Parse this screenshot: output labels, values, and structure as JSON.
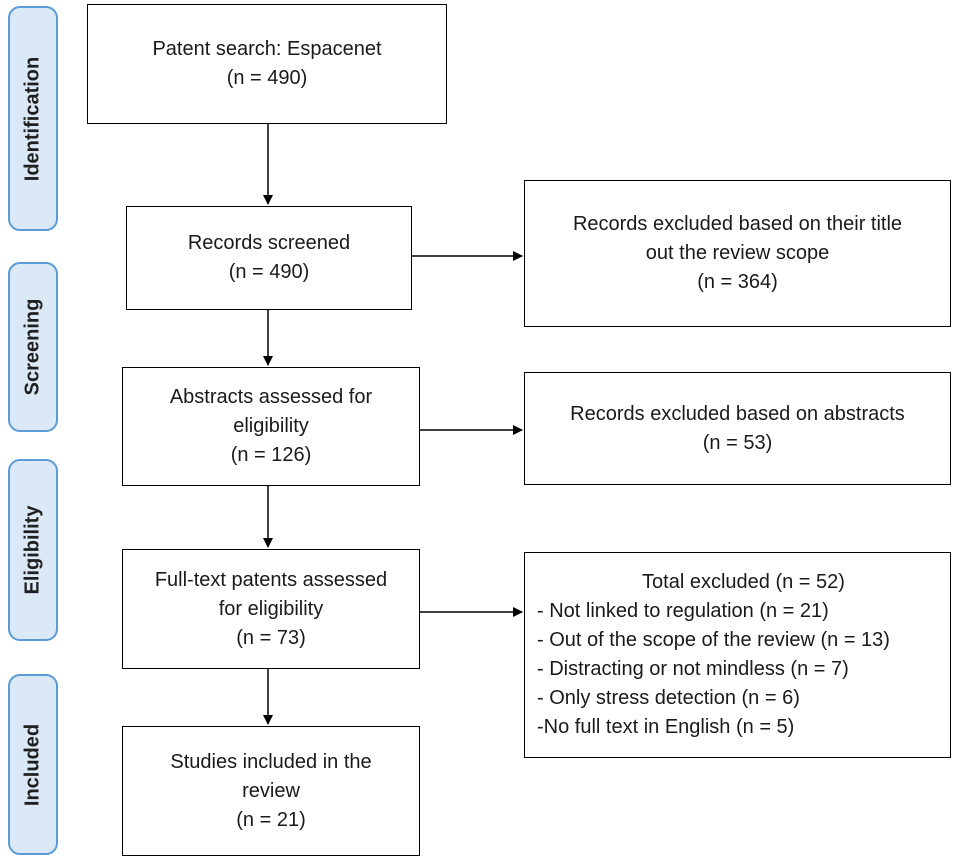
{
  "phases": {
    "identification": "Identification",
    "screening": "Screening",
    "eligibility": "Eligibility",
    "included": "Included"
  },
  "boxes": {
    "patent_search": [
      "Patent search: Espacenet",
      "(n = 490)"
    ],
    "records_screened": [
      "Records screened",
      "(n = 490)"
    ],
    "excluded_title": [
      "Records excluded based on their title",
      "out the review scope",
      "(n = 364)"
    ],
    "abstracts_assessed": [
      "Abstracts assessed for",
      "eligibility",
      "(n = 126)"
    ],
    "excluded_abstracts": [
      "Records excluded based on abstracts",
      "(n = 53)"
    ],
    "fulltext_assessed": [
      "Full-text patents assessed",
      "for eligibility",
      "(n = 73)"
    ],
    "total_excluded": {
      "title": "Total excluded (n = 52)",
      "items": [
        "- Not linked to regulation (n = 21)",
        "- Out of the scope of the review (n = 13)",
        "- Distracting or not mindless (n = 7)",
        "- Only stress detection (n = 6)",
        "-No full text in English (n = 5)"
      ]
    },
    "studies_included": [
      "Studies included in the",
      "review",
      "(n = 21)"
    ]
  }
}
